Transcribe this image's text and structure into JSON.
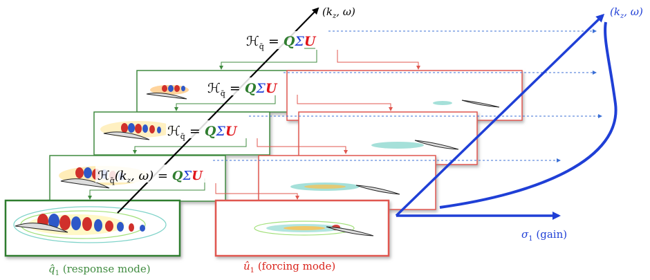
{
  "equations": {
    "top": {
      "lhs": "ℋ",
      "sub": "q̄",
      "eq": " = ",
      "Q": "Q",
      "S": "Σ",
      "U": "U"
    },
    "second": {
      "lhs": "ℋ",
      "sub": "q̄",
      "eq": " = ",
      "Q": "Q",
      "S": "Σ",
      "U": "U"
    },
    "third": {
      "lhs": "ℋ",
      "sub": "q̄",
      "eq": " = ",
      "Q": "Q",
      "S": "Σ",
      "U": "U"
    },
    "front": {
      "lhs": "ℋ",
      "sub": "q̄",
      "args": "(k",
      "args_sub": "z",
      "args_tail": ", ω) = ",
      "Q": "Q",
      "S": "Σ",
      "U": "U"
    }
  },
  "axes": {
    "stack_axis_label": "(k",
    "stack_axis_sub": "z",
    "stack_axis_tail": ", ω)",
    "gain_axis_label": "σ",
    "gain_axis_sub": "1",
    "gain_axis_tail": " (gain)",
    "vertical_axis_label": "(k",
    "vertical_axis_sub": "z",
    "vertical_axis_tail": ", ω)"
  },
  "captions": {
    "response_sym": "q̂",
    "response_sub": "1",
    "response_text": " (response mode)",
    "forcing_sym": "û",
    "forcing_sub": "1",
    "forcing_text": " (forcing mode)"
  },
  "colors": {
    "response": "#3f8b3f",
    "forcing": "#e0574f",
    "axis": "#1f3fd6",
    "Q": "#2f7d2f",
    "U": "#e0141b"
  }
}
